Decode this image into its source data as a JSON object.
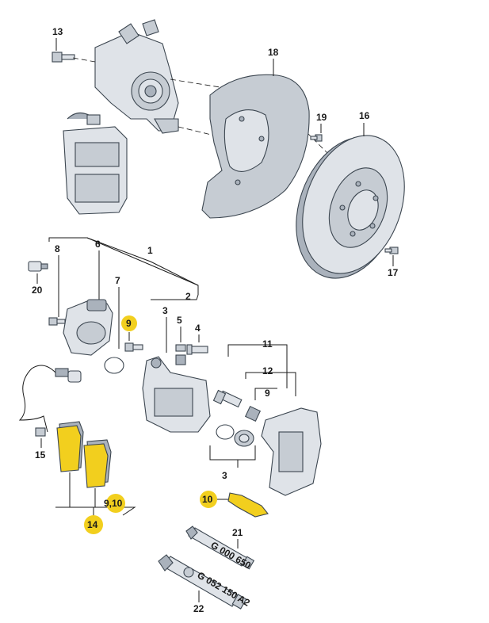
{
  "callouts": {
    "c1": "1",
    "c2": "2",
    "c3a": "3",
    "c3b": "3",
    "c4": "4",
    "c5": "5",
    "c6": "6",
    "c7": "7",
    "c8": "8",
    "c9": "9",
    "c9b": "9",
    "c910a": "9,10",
    "c10": "10",
    "c11": "11",
    "c12": "12",
    "c13": "13",
    "c14": "14",
    "c15": "15",
    "c16": "16",
    "c17": "17",
    "c18": "18",
    "c19": "19",
    "c20": "20",
    "c21": "21",
    "c22": "22"
  },
  "tubes": {
    "tube21_text": "G 000 650",
    "tube22_text": "G 052 150 A2"
  },
  "colors": {
    "highlight": "#f2cf1e",
    "part_fill": "#dfe3e8",
    "outline": "#3c4650"
  }
}
